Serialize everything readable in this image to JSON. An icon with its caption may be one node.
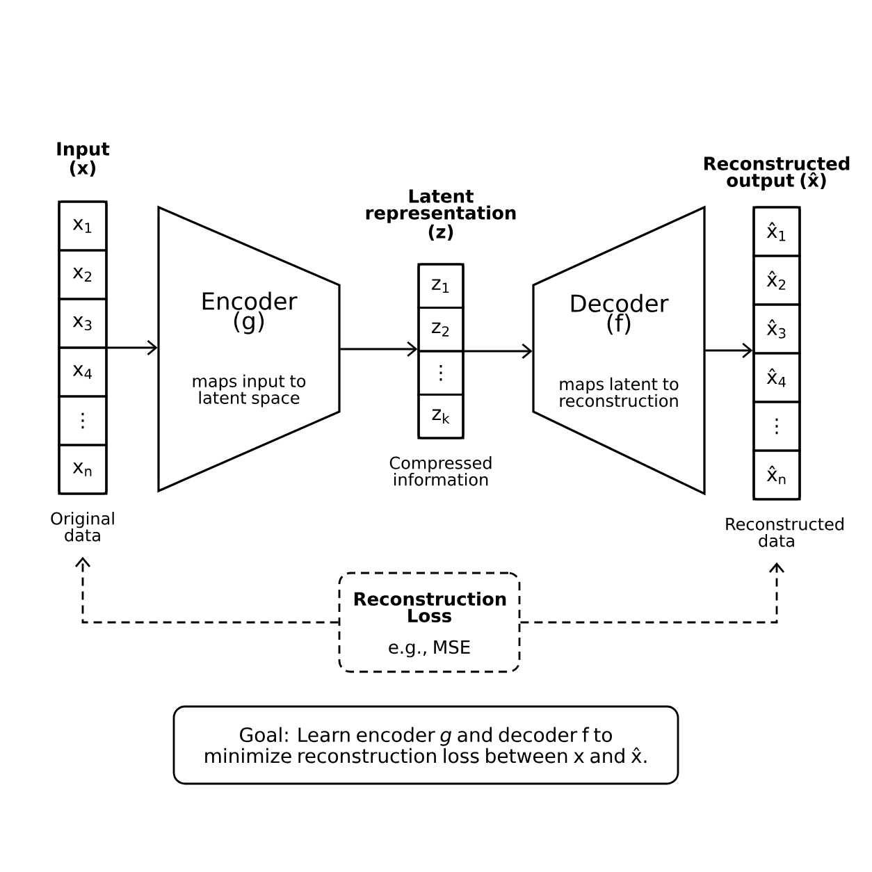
{
  "diagram": {
    "nodes": [
      {
        "text": [
          "Input (x)"
        ],
        "beside": [
          "Original data"
        ]
      },
      {
        "text": [
          "x$_{1}$"
        ],
        "in": 0
      },
      {
        "text": [
          "x$_{2}$"
        ],
        "in": 0
      },
      {
        "text": [
          "x$_{3}$"
        ],
        "in": 0
      },
      {
        "text": [
          "x$_{4}$"
        ],
        "in": 0
      },
      {
        "text": [
          "⋮"
        ],
        "in": 0
      },
      {
        "text": [
          "x$_{n}$"
        ],
        "in": 0
      },
      {
        "text": [
          "Encoder (g)",
          "maps input to latent space"
        ]
      },
      {
        "text": [
          "Latent representation (z)"
        ],
        "beside": [
          "Compressed information"
        ]
      },
      {
        "text": [
          "z$_{1}$"
        ],
        "in": 8
      },
      {
        "text": [
          "z$_{2}$"
        ],
        "in": 8
      },
      {
        "text": [
          "⋮"
        ],
        "in": 8
      },
      {
        "text": [
          "z$_{k}$"
        ],
        "in": 8
      },
      {
        "text": [
          "Decoder (f)",
          "maps latent to reconstruction"
        ]
      },
      {
        "text": [
          "Reconstructed output (x̂)"
        ],
        "beside": [
          "Reconstructed data"
        ]
      },
      {
        "text": [
          "x̂$_{1}$"
        ],
        "in": 14
      },
      {
        "text": [
          "x̂$_{2}$"
        ],
        "in": 14
      },
      {
        "text": [
          "x̂$_{3}$"
        ],
        "in": 14
      },
      {
        "text": [
          "x̂$_{4}$"
        ],
        "in": 14
      },
      {
        "text": [
          "⋮"
        ],
        "in": 14
      },
      {
        "text": [
          "x̂$_{n}$"
        ],
        "in": 14
      },
      {
        "text": [
          "Reconstruction Loss",
          "e.g., MSE"
        ]
      },
      {
        "text": [
          "Goal: Learn encoder *g* and decoder f to minimize reconstruction loss between x and x̂."
        ]
      }
    ],
    "edges": [
      {
        "from": 0,
        "to": 7,
        "arrow": "to"
      },
      {
        "from": 7,
        "to": 8,
        "arrow": "to"
      },
      {
        "from": 8,
        "to": 13,
        "arrow": "to"
      },
      {
        "from": 13,
        "to": 14,
        "arrow": "to"
      },
      {
        "from": 21,
        "to": 0,
        "arrow": "to",
        "style": "dashed"
      },
      {
        "from": 21,
        "to": 14,
        "arrow": "to",
        "style": "dashed"
      }
    ]
  }
}
